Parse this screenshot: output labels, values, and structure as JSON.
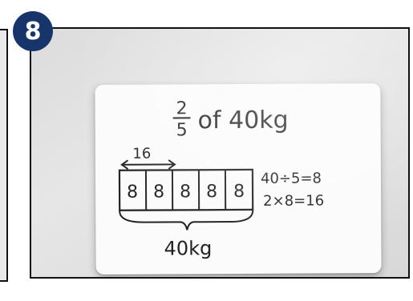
{
  "badge": {
    "number": "8"
  },
  "whiteboard": {
    "title_fraction_numerator": "2",
    "title_fraction_denominator": "5",
    "title_rest": "of 40kg",
    "bar_segment_label": "16",
    "bar_cells": [
      "8",
      "8",
      "8",
      "8",
      "8"
    ],
    "total_label": "40kg",
    "calc_lines": [
      "40÷5=8",
      "2×8=16"
    ]
  },
  "colors": {
    "badge": "#17356b",
    "ink": "#222222",
    "background": "#dcdcdc"
  }
}
